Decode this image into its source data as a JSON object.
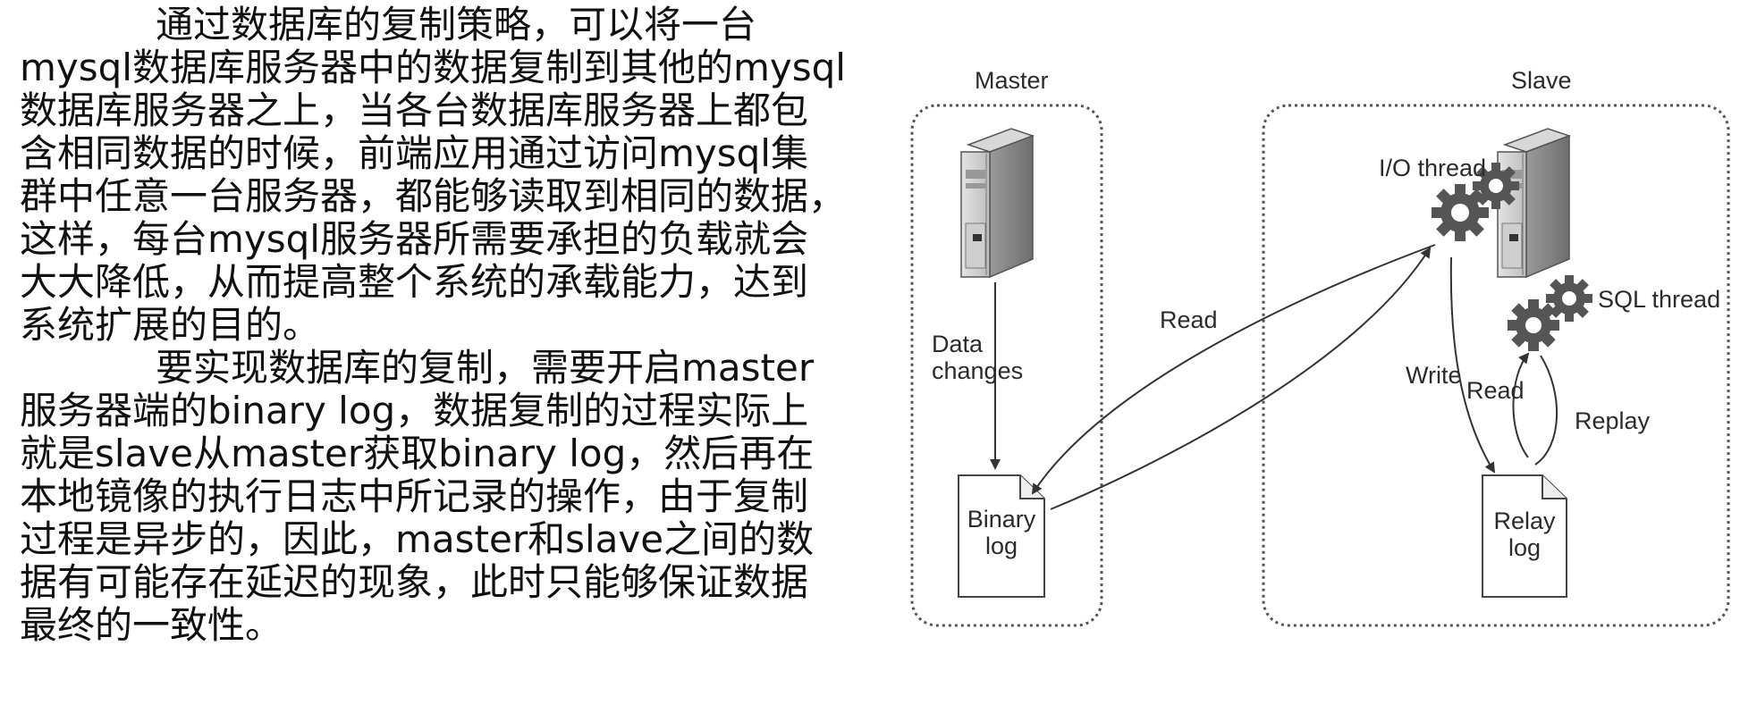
{
  "text": {
    "lines": [
      "通过数据库的复制策略，可以将一台",
      "mysql数据库服务器中的数据复制到其他的mysql",
      "数据库服务器之上，当各台数据库服务器上都包",
      "含相同数据的时候，前端应用通过访问mysql集",
      "群中任意一台服务器，都能够读取到相同的数据，",
      "这样，每台mysql服务器所需要承担的负载就会",
      "大大降低，从而提高整个系统的承载能力，达到",
      "系统扩展的目的。",
      "要实现数据库的复制，需要开启master",
      "服务器端的binary log，数据复制的过程实际上",
      "就是slave从master获取binary log，然后再在",
      "本地镜像的执行日志中所记录的操作，由于复制",
      "过程是异步的，因此，master和slave之间的数",
      "据有可能存在延迟的现象，此时只能够保证数据",
      "最终的一致性。"
    ]
  },
  "diagram": {
    "master_title": "Master",
    "slave_title": "Slave",
    "data_changes_1": "Data",
    "data_changes_2": "changes",
    "binary_log_1": "Binary",
    "binary_log_2": "log",
    "relay_log_1": "Relay",
    "relay_log_2": "log",
    "io_thread": "I/O thread",
    "sql_thread": "SQL thread",
    "read_left": "Read",
    "write": "Write",
    "read_right": "Read",
    "replay": "Replay"
  }
}
